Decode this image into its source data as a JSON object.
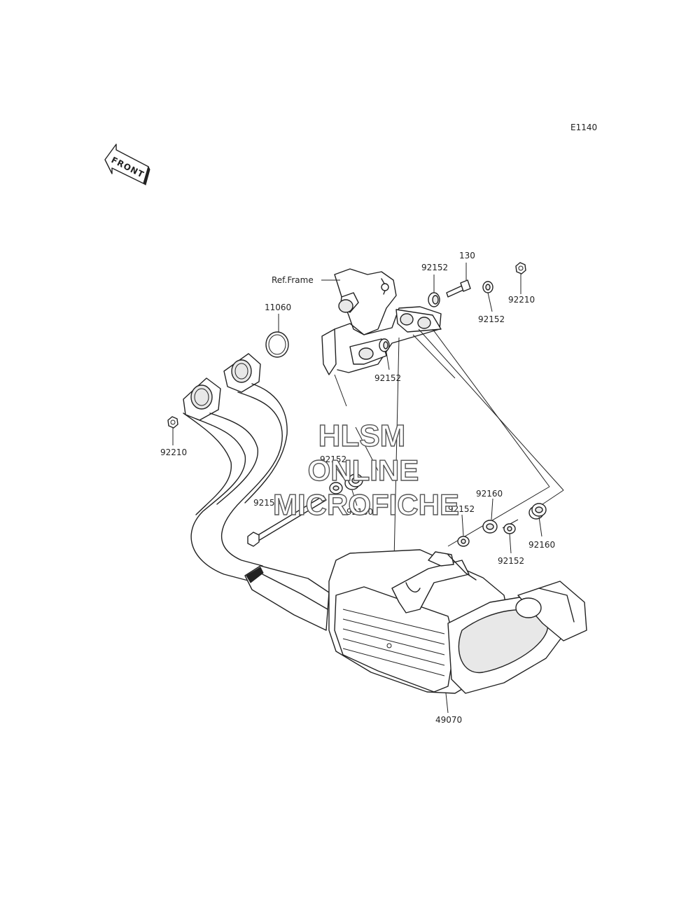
{
  "diagram": {
    "code": "E1140",
    "front_label": "FRONT",
    "ref_frame_label": "Ref.Frame",
    "parts": {
      "p130": "130",
      "p92152_a": "92152",
      "p92152_b": "92152",
      "p92152_c": "92152",
      "p92152_d": "92152",
      "p92152_e": "92152",
      "p92152_f": "92152",
      "p92210_a": "92210",
      "p92210_b": "92210",
      "p11060": "11060",
      "p92154": "92154",
      "p92160_a": "92160",
      "p92160_b": "92160",
      "p92160_c": "92160",
      "p49070": "49070"
    }
  },
  "watermark": {
    "line1": "HLSM",
    "line2": "ONLINE",
    "line3": "MICROFICHE"
  }
}
